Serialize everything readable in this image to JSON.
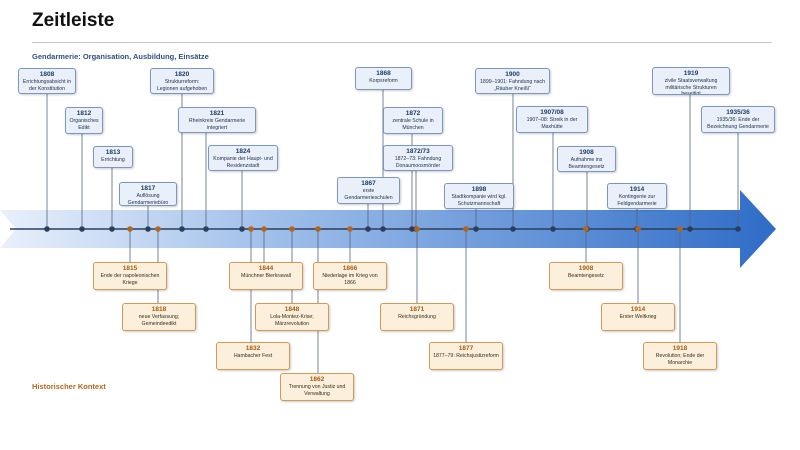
{
  "title": "Zeitleiste",
  "top_label": "Gendarmerie: Organisation, Ausbildung, Einsätze",
  "bottom_label": "Historischer Kontext",
  "colors": {
    "axis_blue": "#3b74c9",
    "top_box_border": "#7d96bd",
    "top_box_fill": "#e9f0f9",
    "bottom_box_border": "#d29a55",
    "bottom_box_fill": "#fcf0dc",
    "top_dot": "#2b3e5c",
    "bottom_dot": "#b5641c"
  },
  "top_events": [
    {
      "year": "1808",
      "text": "Errichtungsabsicht in der Konstitution"
    },
    {
      "year": "1812",
      "text": "Organisches Edikt"
    },
    {
      "year": "1813",
      "text": "Errichtung"
    },
    {
      "year": "1817",
      "text": "Auflösung Gendarmeriebüro"
    },
    {
      "year": "1820",
      "text": "Strukturreform: Legionen aufgehoben"
    },
    {
      "year": "1821",
      "text": "Rheinkreis Gendarmerie integriert"
    },
    {
      "year": "1824",
      "text": "Kompanie der Haupt- und Residenzstadt"
    },
    {
      "year": "1867",
      "text": "erste Gendarmerieschulen"
    },
    {
      "year": "1868",
      "text": "Korpsreform"
    },
    {
      "year": "1872",
      "text": "zentrale Schule in München"
    },
    {
      "year": "1872/73",
      "text": "1872–73: Fahndung Donaumoosmörder"
    },
    {
      "year": "1898",
      "text": "Stadtkompanie wird kgl. Schutzmannschaft"
    },
    {
      "year": "1900",
      "text": "1899–1901: Fahndung nach „Räuber Kneißl“"
    },
    {
      "year": "1907/08",
      "text": "1907–08: Streik in der Maxhütte"
    },
    {
      "year": "1908",
      "text": "Aufnahme ins Beamtengesetz"
    },
    {
      "year": "1914",
      "text": "Kontingente zur Feldgendarmerie"
    },
    {
      "year": "1919",
      "text": "zivile Staatsverwaltung militärische Strukturen beseitigt"
    },
    {
      "year": "1935/36",
      "text": "1935/36: Ende der Bezeichnung Gendarmerie"
    }
  ],
  "bottom_events": [
    {
      "year": "1815",
      "text": "Ende der napoleonischen Kriege"
    },
    {
      "year": "1818",
      "text": "neue Verfassung; Gemeindeedikt"
    },
    {
      "year": "1832",
      "text": "Hambacher Fest"
    },
    {
      "year": "1844",
      "text": "Münchner Bierkrawall"
    },
    {
      "year": "1848",
      "text": "Lola-Montez-Krise; Märzrevolution"
    },
    {
      "year": "1862",
      "text": "Trennung von Justiz und Verwaltung"
    },
    {
      "year": "1866",
      "text": "Niederlage im Krieg von 1866"
    },
    {
      "year": "1871",
      "text": "Reichsgründung"
    },
    {
      "year": "1877",
      "text": "1877–79: Reichsjustizreform"
    },
    {
      "year": "1908",
      "text": "Beamtengesetz"
    },
    {
      "year": "1914",
      "text": "Erster Weltkrieg"
    },
    {
      "year": "1918",
      "text": "Revolution; Ende der Monarchie"
    }
  ]
}
